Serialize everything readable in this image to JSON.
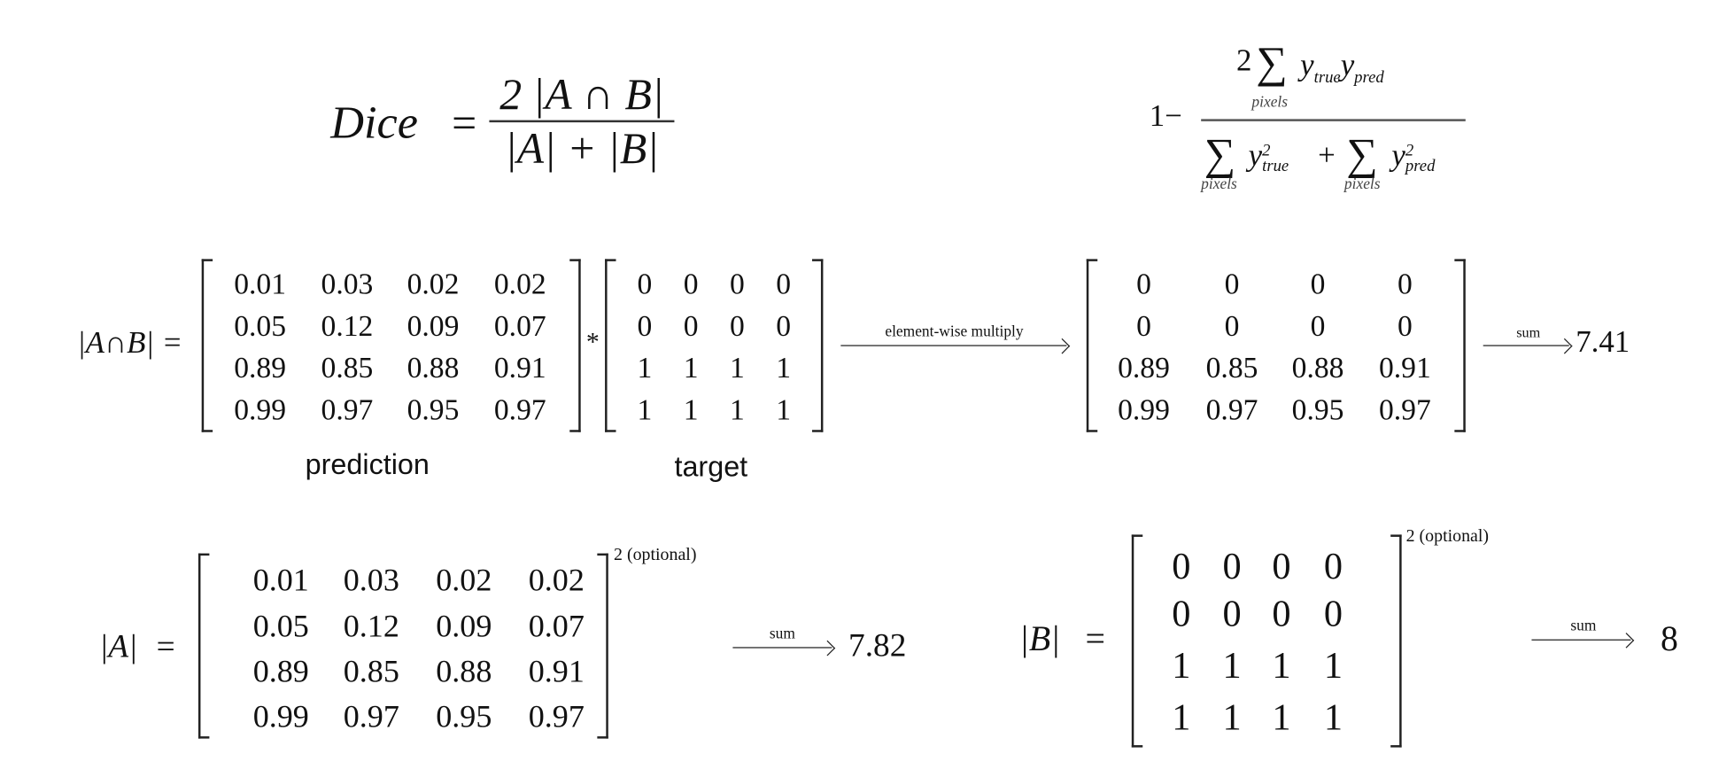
{
  "dice_formula": {
    "lhs": "Dice",
    "equals": "=",
    "numerator": "2 |A ∩ B|",
    "denominator": "|A| + |B|"
  },
  "loss_formula": {
    "one_minus": "1−",
    "num_coef": "2",
    "sigma": "∑",
    "sub_pixels": "pixels",
    "y": "y",
    "true": "true",
    "pred": "pred",
    "sq": "2",
    "plus": "+"
  },
  "intersection": {
    "lhs": "|A∩B| =",
    "times": "*",
    "prediction_label": "prediction",
    "target_label": "target",
    "arrow1_label": "element-wise multiply",
    "arrow2_label": "sum",
    "result": "7.41",
    "prediction": [
      [
        "0.01",
        "0.03",
        "0.02",
        "0.02"
      ],
      [
        "0.05",
        "0.12",
        "0.09",
        "0.07"
      ],
      [
        "0.89",
        "0.85",
        "0.88",
        "0.91"
      ],
      [
        "0.99",
        "0.97",
        "0.95",
        "0.97"
      ]
    ],
    "target": [
      [
        "0",
        "0",
        "0",
        "0"
      ],
      [
        "0",
        "0",
        "0",
        "0"
      ],
      [
        "1",
        "1",
        "1",
        "1"
      ],
      [
        "1",
        "1",
        "1",
        "1"
      ]
    ],
    "product": [
      [
        "0",
        "0",
        "0",
        "0"
      ],
      [
        "0",
        "0",
        "0",
        "0"
      ],
      [
        "0.89",
        "0.85",
        "0.88",
        "0.91"
      ],
      [
        "0.99",
        "0.97",
        "0.95",
        "0.97"
      ]
    ]
  },
  "a_norm": {
    "lhs": "|A|",
    "equals": "=",
    "superscript": "2 (optional)",
    "arrow_label": "sum",
    "result": "7.82",
    "matrix": [
      [
        "0.01",
        "0.03",
        "0.02",
        "0.02"
      ],
      [
        "0.05",
        "0.12",
        "0.09",
        "0.07"
      ],
      [
        "0.89",
        "0.85",
        "0.88",
        "0.91"
      ],
      [
        "0.99",
        "0.97",
        "0.95",
        "0.97"
      ]
    ]
  },
  "b_norm": {
    "lhs": "|B|",
    "equals": "=",
    "superscript": "2 (optional)",
    "arrow_label": "sum",
    "result": "8",
    "matrix": [
      [
        "0",
        "0",
        "0",
        "0"
      ],
      [
        "0",
        "0",
        "0",
        "0"
      ],
      [
        "1",
        "1",
        "1",
        "1"
      ],
      [
        "1",
        "1",
        "1",
        "1"
      ]
    ]
  }
}
